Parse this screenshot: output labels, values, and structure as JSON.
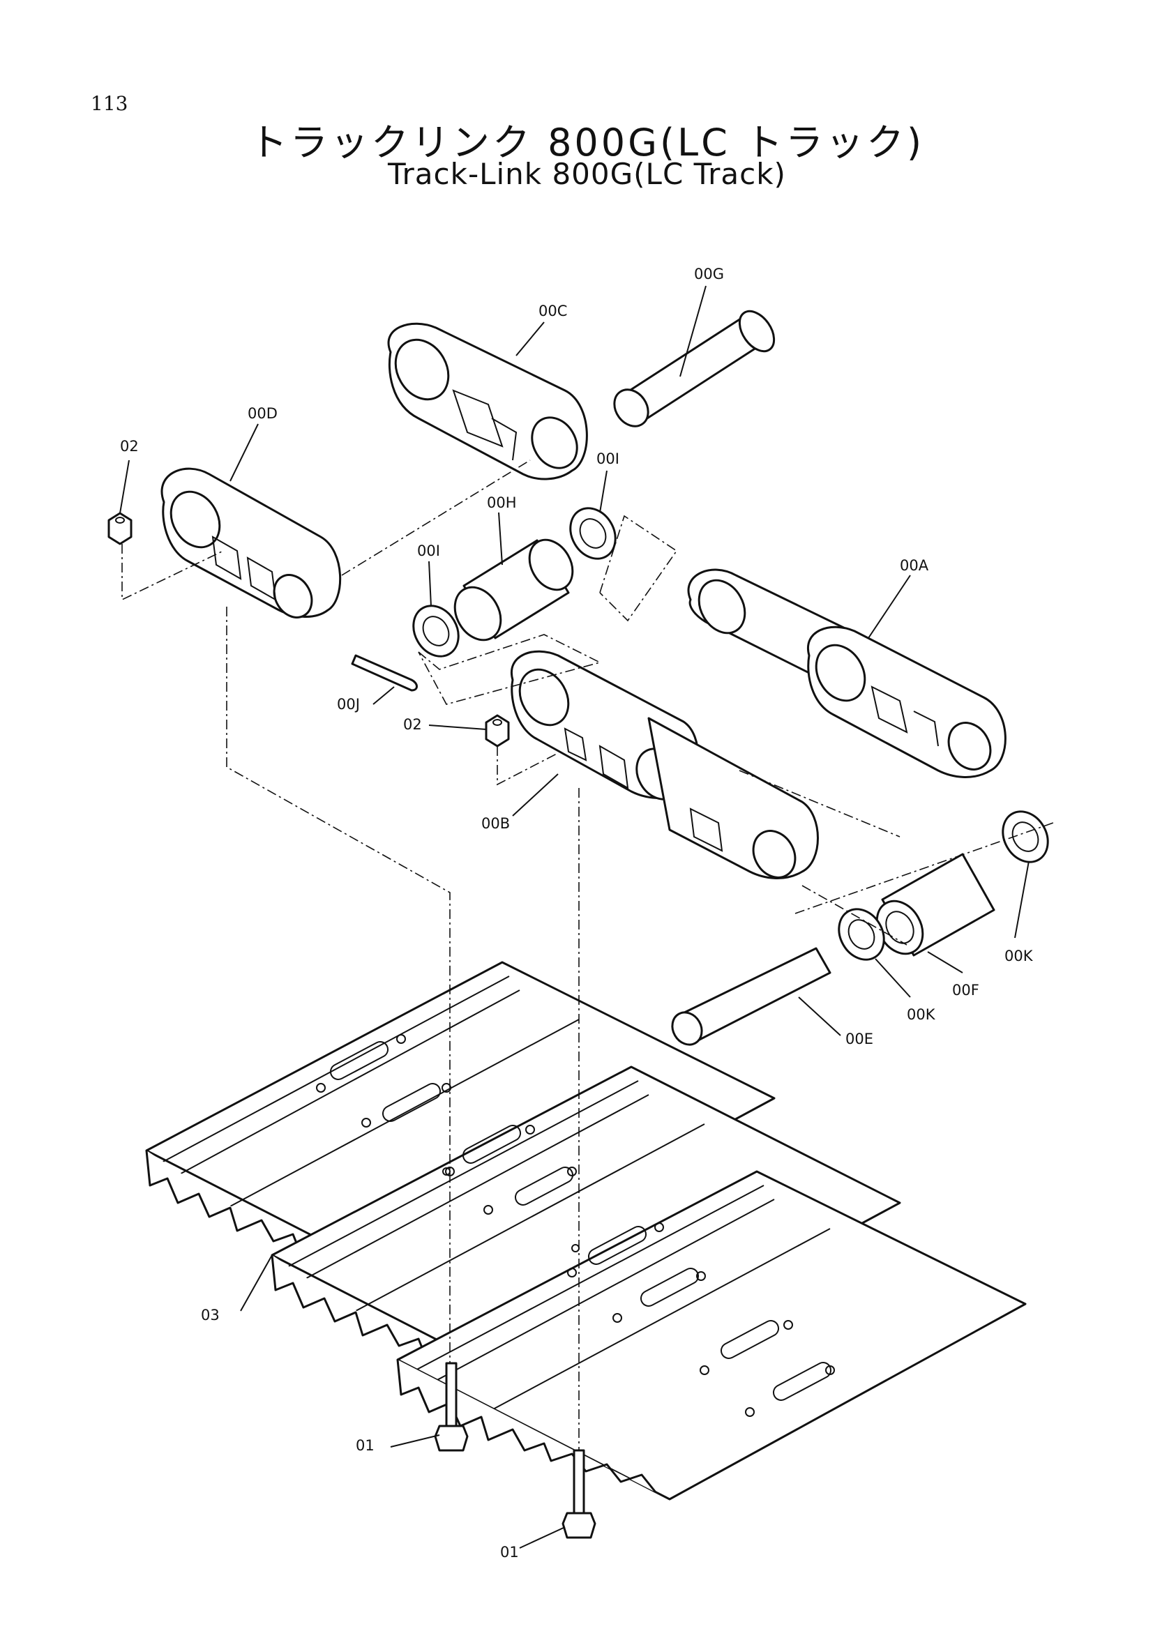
{
  "page_number": "113",
  "title_jp": "トラックリンク 800G(LC トラック)",
  "title_en": "Track-Link 800G(LC Track)",
  "labels": {
    "00G": "00G",
    "00C": "00C",
    "00D": "00D",
    "02_top": "02",
    "00I_right": "00I",
    "00H": "00H",
    "00I_left": "00I",
    "00A": "00A",
    "00J": "00J",
    "02_mid": "02",
    "00B": "00B",
    "00K_right": "00K",
    "00F": "00F",
    "00K_mid": "00K",
    "00E": "00E",
    "03": "03",
    "01_left": "01",
    "01_right": "01"
  }
}
